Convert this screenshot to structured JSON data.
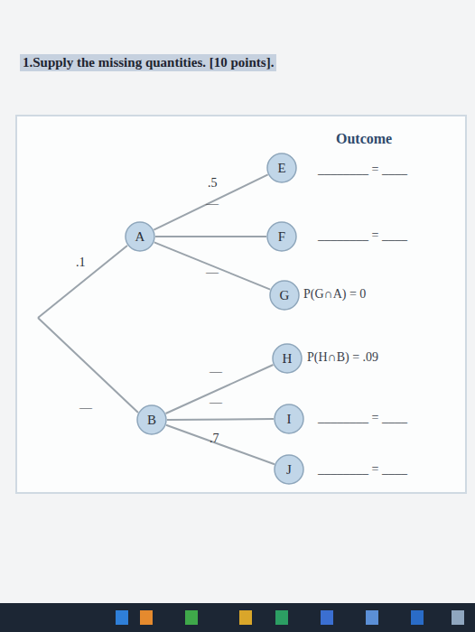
{
  "diagram": {
    "title": "1.Supply the missing quantities. [10 points].",
    "nodes": [
      {
        "text": [
          "A"
        ]
      },
      {
        "text": [
          "E"
        ]
      },
      {
        "text": [
          "F"
        ]
      },
      {
        "text": [
          "G"
        ]
      },
      {
        "text": [
          "B"
        ]
      },
      {
        "text": [
          "H"
        ]
      },
      {
        "text": [
          "I"
        ]
      },
      {
        "text": [
          "J"
        ]
      }
    ],
    "edges": [
      {
        "from": 0,
        "to": 1,
        "arrow": "none",
        "label": ".5"
      },
      {
        "from": 0,
        "to": 2,
        "arrow": "none",
        "label": "—"
      },
      {
        "from": 0,
        "to": 3,
        "arrow": "none",
        "label": "—"
      },
      {
        "from": 4,
        "to": 5,
        "arrow": "none",
        "label": "—"
      },
      {
        "from": 4,
        "to": 6,
        "arrow": "none",
        "label": "—"
      },
      {
        "from": 4,
        "to": 7,
        "arrow": "none",
        "label": ".7"
      }
    ],
    "labels": [
      "Outcome",
      "________ = ____",
      "________ = ____",
      ".1",
      "P(G∩A) = 0",
      "P(H∩B) = .09",
      "—",
      "________ = ____",
      "________ = ____"
    ]
  }
}
